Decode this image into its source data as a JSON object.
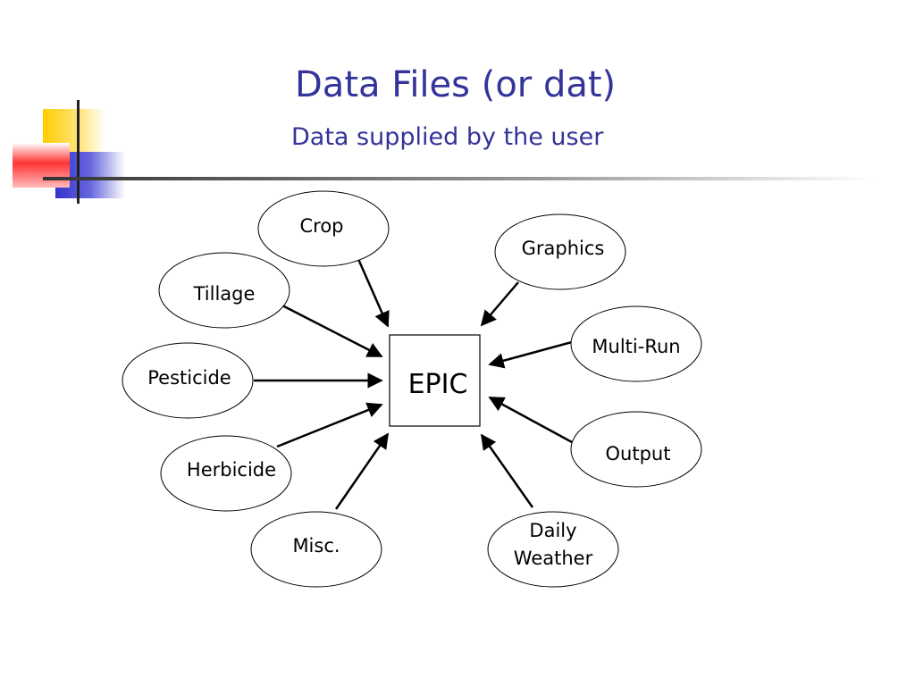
{
  "slide": {
    "title": "Data Files (or dat)",
    "subtitle": "Data supplied by the user"
  },
  "diagram": {
    "center": "EPIC",
    "nodes": [
      {
        "id": "crop",
        "lines": [
          "Crop"
        ]
      },
      {
        "id": "graphics",
        "lines": [
          "Graphics"
        ]
      },
      {
        "id": "tillage",
        "lines": [
          "Tillage"
        ]
      },
      {
        "id": "multi-run",
        "lines": [
          "Multi-Run"
        ]
      },
      {
        "id": "pesticide",
        "lines": [
          "Pesticide"
        ]
      },
      {
        "id": "output",
        "lines": [
          "Output"
        ]
      },
      {
        "id": "herbicide",
        "lines": [
          "Herbicide"
        ]
      },
      {
        "id": "misc",
        "lines": [
          "Misc."
        ]
      },
      {
        "id": "daily-weather",
        "lines": [
          "Daily",
          "Weather"
        ]
      }
    ]
  },
  "colors": {
    "title": "#333399",
    "yellow": "#FFCC00",
    "red": "#FF3333",
    "blue": "#3333CC"
  }
}
